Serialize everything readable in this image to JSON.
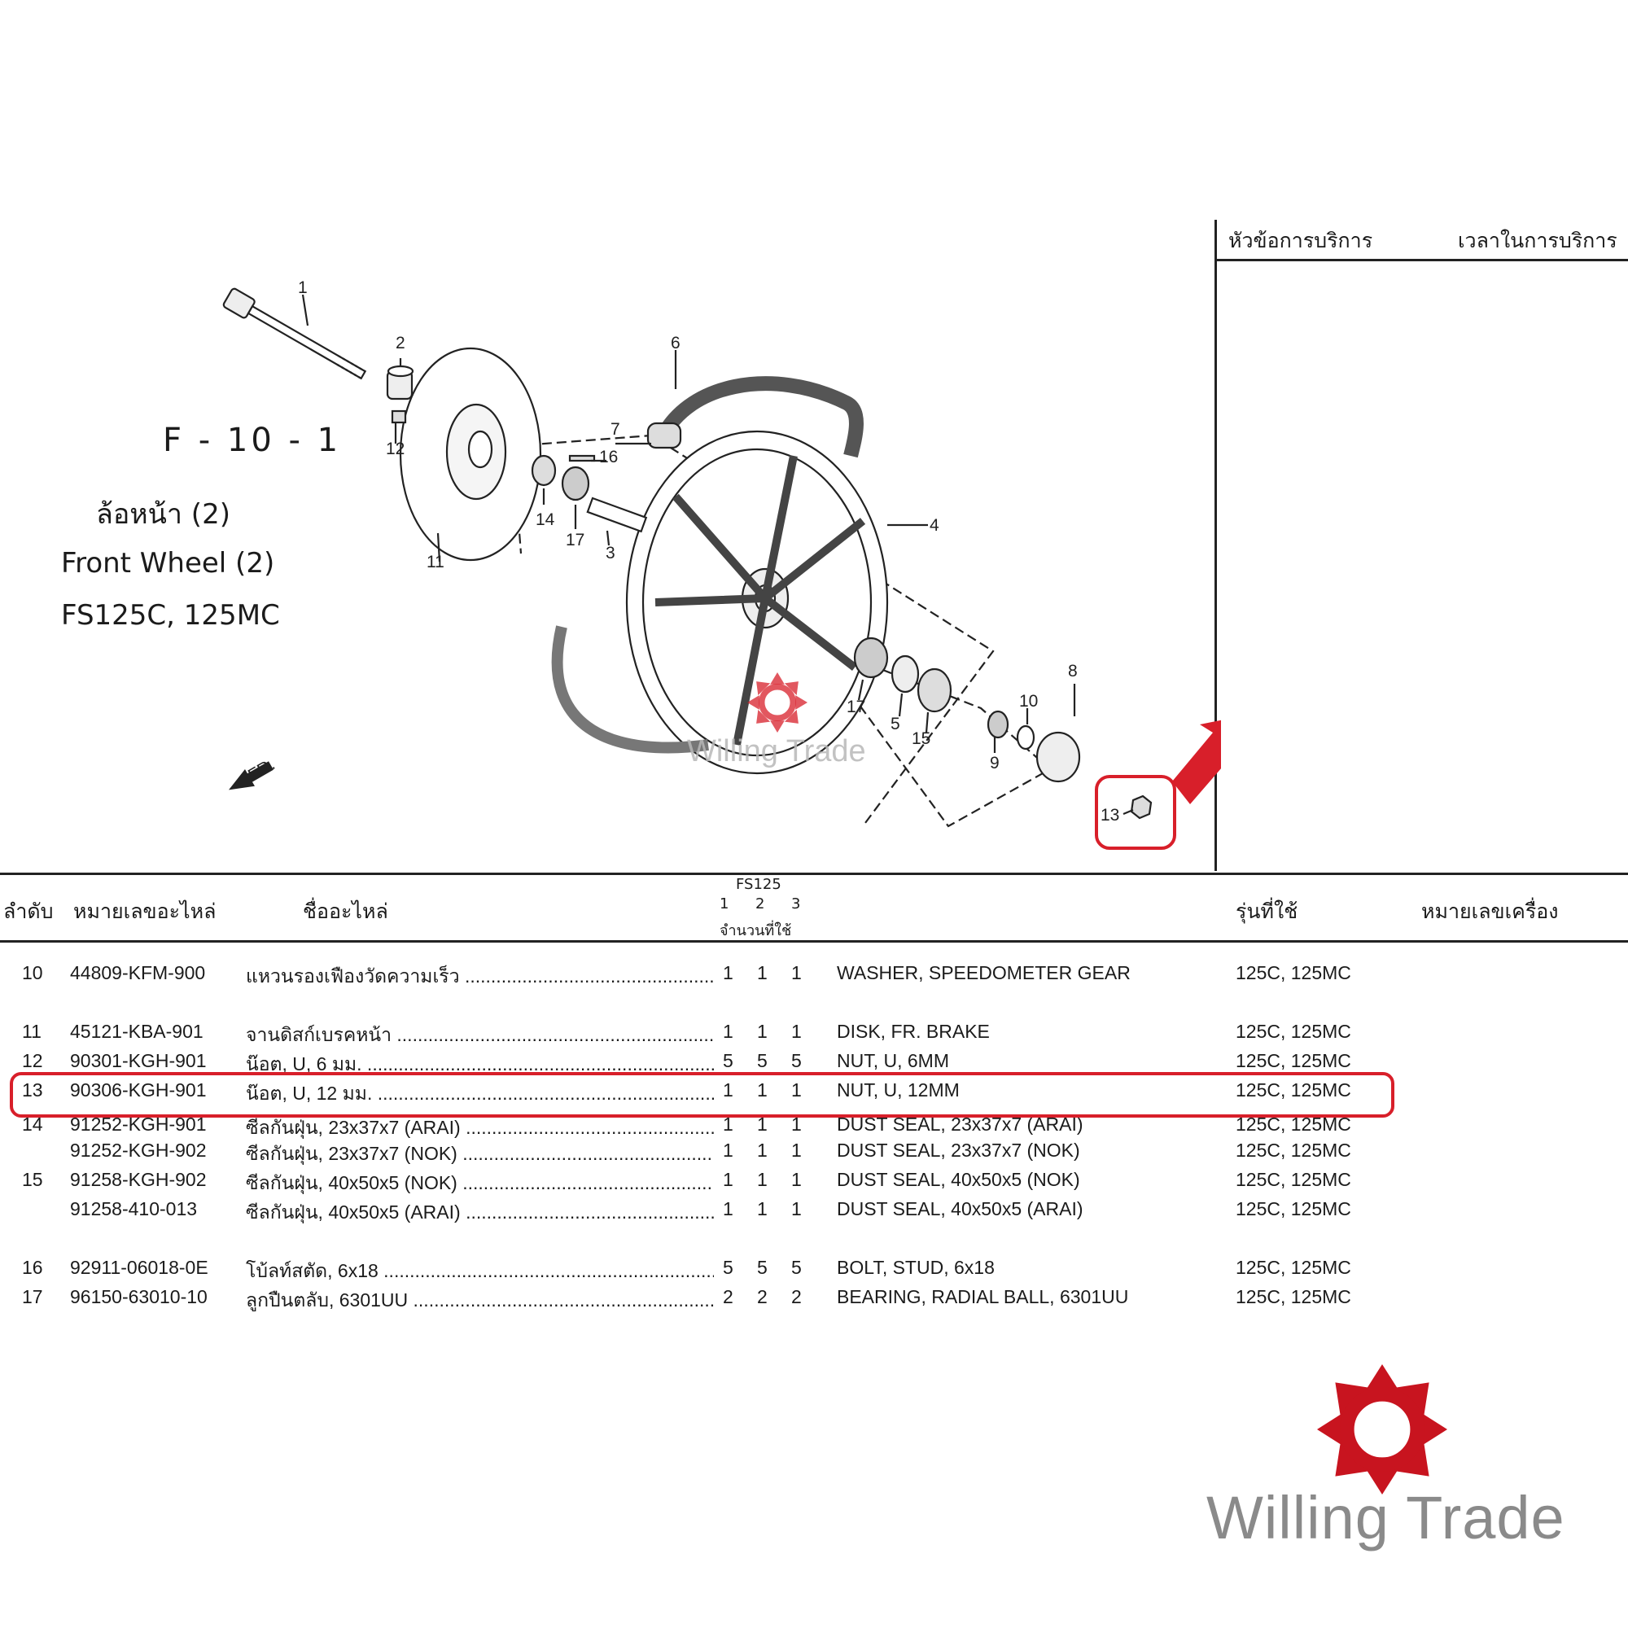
{
  "figure": {
    "code": "F - 10 - 1",
    "title_th": "ล้อหน้า (2)",
    "title_en": "Front Wheel (2)",
    "models": "FS125C, 125MC"
  },
  "service_panel": {
    "col1": "หัวข้อการบริการ",
    "col2": "เวลาในการบริการ"
  },
  "diagram": {
    "callouts": [
      "1",
      "2",
      "12",
      "11",
      "6",
      "7",
      "16",
      "14",
      "17",
      "3",
      "4",
      "17",
      "5",
      "15",
      "8",
      "10",
      "9",
      "13"
    ],
    "direction_label": "FR."
  },
  "table": {
    "headers": {
      "no": "ลำดับ",
      "part_number": "หมายเลขอะไหล่",
      "part_name": "ชื่ออะไหล่",
      "group": "FS125",
      "cols": [
        "1",
        "2",
        "3"
      ],
      "qty": "จำนวนที่ใช้",
      "models": "รุ่นที่ใช้",
      "engine_no": "หมายเลขเครื่อง"
    },
    "rows": [
      {
        "no": "10",
        "part": "44809-KFM-900",
        "name": "แหวนรองเฟืองวัดความเร็ว",
        "q1": "1",
        "q2": "1",
        "q3": "1",
        "desc": "WASHER, SPEEDOMETER GEAR",
        "model": "125C, 125MC"
      },
      {
        "no": "11",
        "part": "45121-KBA-901",
        "name": "จานดิสก์เบรคหน้า",
        "q1": "1",
        "q2": "1",
        "q3": "1",
        "desc": "DISK, FR. BRAKE",
        "model": "125C, 125MC"
      },
      {
        "no": "12",
        "part": "90301-KGH-901",
        "name": "น๊อต, U, 6 มม.",
        "q1": "5",
        "q2": "5",
        "q3": "5",
        "desc": "NUT, U, 6MM",
        "model": "125C, 125MC"
      },
      {
        "no": "13",
        "part": "90306-KGH-901",
        "name": "น๊อต, U, 12 มม.",
        "q1": "1",
        "q2": "1",
        "q3": "1",
        "desc": "NUT, U, 12MM",
        "model": "125C, 125MC"
      },
      {
        "no": "14",
        "part": "91252-KGH-901",
        "name": "ซีลกันฝุ่น, 23x37x7 (ARAI)",
        "q1": "1",
        "q2": "1",
        "q3": "1",
        "desc": "DUST SEAL, 23x37x7 (ARAI)",
        "model": "125C, 125MC"
      },
      {
        "no": "",
        "part": "91252-KGH-902",
        "name": "ซีลกันฝุ่น, 23x37x7 (NOK)",
        "q1": "1",
        "q2": "1",
        "q3": "1",
        "desc": "DUST SEAL, 23x37x7 (NOK)",
        "model": "125C, 125MC"
      },
      {
        "no": "15",
        "part": "91258-KGH-902",
        "name": "ซีลกันฝุ่น, 40x50x5 (NOK)",
        "q1": "1",
        "q2": "1",
        "q3": "1",
        "desc": "DUST SEAL, 40x50x5 (NOK)",
        "model": "125C, 125MC"
      },
      {
        "no": "",
        "part": "91258-410-013",
        "name": "ซีลกันฝุ่น, 40x50x5 (ARAI)",
        "q1": "1",
        "q2": "1",
        "q3": "1",
        "desc": "DUST SEAL, 40x50x5 (ARAI)",
        "model": "125C, 125MC"
      },
      {
        "no": "16",
        "part": "92911-06018-0E",
        "name": "โบ้ลท์สตัด, 6x18",
        "q1": "5",
        "q2": "5",
        "q3": "5",
        "desc": "BOLT, STUD, 6x18",
        "model": "125C, 125MC"
      },
      {
        "no": "17",
        "part": "96150-63010-10",
        "name": "ลูกปืนตลับ, 6301UU",
        "q1": "2",
        "q2": "2",
        "q3": "2",
        "desc": "BEARING, RADIAL BALL, 6301UU",
        "model": "125C, 125MC"
      }
    ]
  },
  "brand": {
    "name": "Willing Trade",
    "watermark": "Willing Trade",
    "accent": "#d81f2a"
  }
}
